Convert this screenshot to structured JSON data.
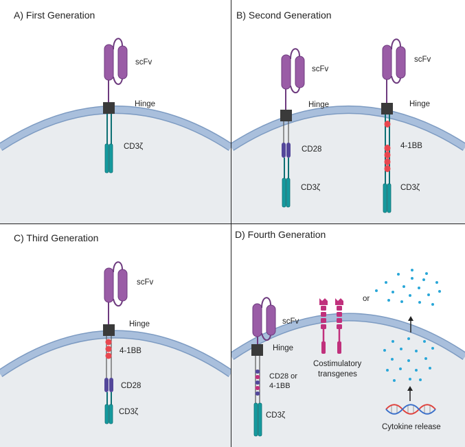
{
  "panels": {
    "a": {
      "title": "A) First Generation",
      "labels": {
        "scfv": "scFv",
        "hinge": "Hinge",
        "cd3z": "CD3ζ"
      }
    },
    "b": {
      "title": "B) Second Generation",
      "left": {
        "scfv": "scFv",
        "hinge": "Hinge",
        "costim": "CD28",
        "cd3z": "CD3ζ"
      },
      "right": {
        "scfv": "scFv",
        "hinge": "Hinge",
        "costim": "4-1BB",
        "cd3z": "CD3ζ"
      }
    },
    "c": {
      "title": "C) Third Generation",
      "labels": {
        "scfv": "scFv",
        "hinge": "Hinge",
        "bb": "4-1BB",
        "cd28": "CD28",
        "cd3z": "CD3ζ"
      }
    },
    "d": {
      "title": "D) Fourth Generation",
      "labels": {
        "scfv": "scFv",
        "hinge": "Hinge",
        "costim_line1": "CD28 or",
        "costim_line2": "4-1BB",
        "cd3z": "CD3ζ",
        "transgenes_line1": "Costimulatory",
        "transgenes_line2": "transgenes",
        "or": "or",
        "cytokine": "Cytokine release"
      }
    }
  },
  "colors": {
    "scfv": "#9a5ca6",
    "scfv_stroke": "#6d3a7e",
    "hinge": "#3a3a3a",
    "cd3z": "#169a9e",
    "cd3z_stroke": "#0c6f73",
    "cd28": "#53479a",
    "bb": "#e8474f",
    "membrane": "#a9bfdc",
    "membrane_stroke": "#7d9bc2",
    "cell": "#e9ecef",
    "transgene": "#c0307c",
    "cytokine": "#2aa7d8",
    "dna_red": "#e0413c",
    "dna_blue": "#3a6fc9"
  }
}
